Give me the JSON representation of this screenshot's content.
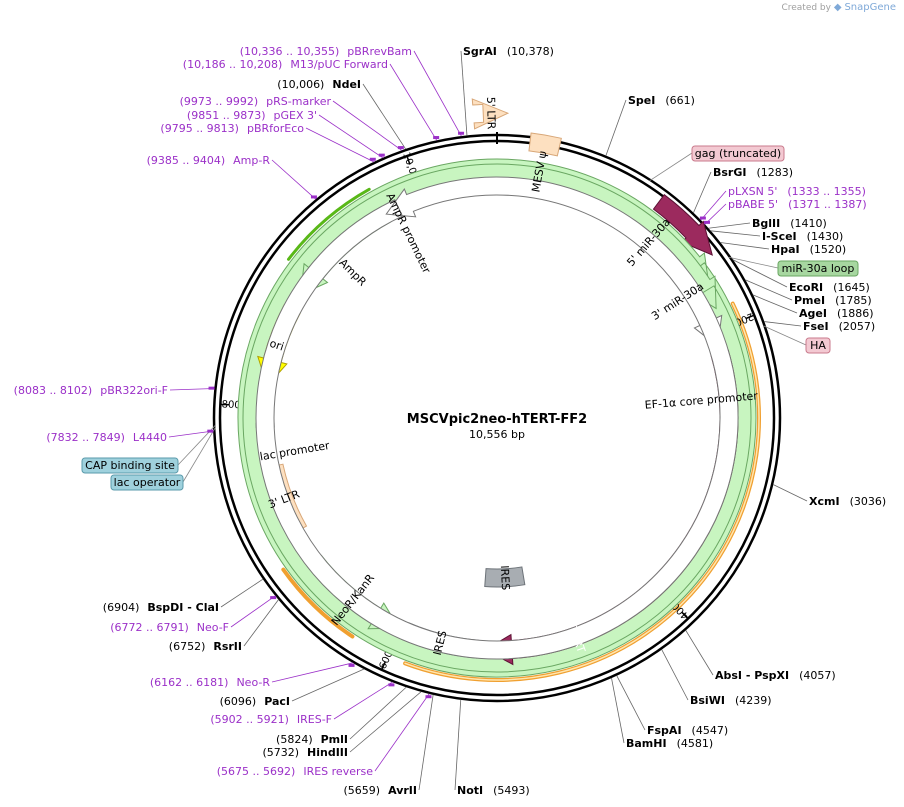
{
  "watermark": {
    "prefix": "Created by",
    "brand": "SnapGene"
  },
  "plasmid": {
    "name": "MSCVpic2neo-hTERT-FF2",
    "length": "10,556 bp",
    "bp": 10556
  },
  "colors": {
    "hTERT": "#9c2a5e",
    "miR": "#9c2a5e",
    "LTR": "#fde0c0",
    "promoter": "#ffffff",
    "AmpR": "#c8f5c0",
    "ori": "#ffff00",
    "IRES": "#a8adb2",
    "NeoR": "#c8f5c0",
    "primer": "#9b30c8",
    "orange_arc": "#f0a030",
    "green_arc": "#59b818"
  },
  "ticks": [
    {
      "label": "2000",
      "bp": 2000
    },
    {
      "label": "4000",
      "bp": 4000
    },
    {
      "label": "6000",
      "bp": 6000
    },
    {
      "label": "8000",
      "bp": 8000
    },
    {
      "label": "10,000",
      "bp": 10000
    }
  ],
  "features": [
    {
      "name": "5' LTR",
      "start": 10480,
      "end": 60,
      "ring": 305,
      "type": "LTR",
      "arrow": "cw"
    },
    {
      "name": "MESV ψ",
      "start": 200,
      "end": 380,
      "ring": 278,
      "type": "LTR",
      "arrow": "none"
    },
    {
      "name": "5' miR-30a",
      "start": 1080,
      "end": 1550,
      "ring": 270,
      "type": "miR",
      "arrow": "cw"
    },
    {
      "name": "",
      "start": 1560,
      "end": 1700,
      "ring": 250,
      "type": "AmpR",
      "arrow": "cw"
    },
    {
      "name": "3' miR-30a",
      "start": 1720,
      "end": 1860,
      "ring": 245,
      "type": "AmpR",
      "arrow": "cw"
    },
    {
      "name": "EF-1α core promoter",
      "start": 1900,
      "end": 2110,
      "ring": 232,
      "type": "promoter",
      "arrow": "cw"
    },
    {
      "name": "hTERT",
      "start": 2160,
      "end": 5360,
      "ring": 232,
      "type": "hTERT",
      "arrow": "cw"
    },
    {
      "name": "IRES",
      "start": 5420,
      "end": 5960,
      "ring": 232,
      "type": "IRES",
      "arrow": "none"
    },
    {
      "name": "IRES",
      "start": 5000,
      "end": 5400,
      "ring": 160,
      "type": "IRES",
      "arrow": "none"
    },
    {
      "name": "NeoR/KanR",
      "start": 6010,
      "end": 6800,
      "ring": 232,
      "type": "NeoR",
      "arrow": "ccw"
    },
    {
      "name": "3' LTR",
      "start": 7050,
      "end": 7560,
      "ring": 228,
      "type": "LTR",
      "arrow": "none"
    },
    {
      "name": "lac promoter",
      "start": 7850,
      "end": 7880,
      "ring": 232,
      "type": "promoter",
      "arrow": "none"
    },
    {
      "name": "ori",
      "start": 8150,
      "end": 8740,
      "ring": 232,
      "type": "ori",
      "arrow": "ccw"
    },
    {
      "name": "AmpR",
      "start": 8860,
      "end": 9720,
      "ring": 232,
      "type": "AmpR",
      "arrow": "ccw"
    },
    {
      "name": "AmpR promoter",
      "start": 9720,
      "end": 9820,
      "ring": 232,
      "type": "promoter",
      "arrow": "ccw"
    }
  ],
  "feature_labels": [
    {
      "text": "5' LTR",
      "bp": 10520,
      "r": 305
    },
    {
      "text": "MESV ψ",
      "bp": 290,
      "r": 250
    },
    {
      "text": "5' miR-30a",
      "bp": 1200,
      "r": 232
    },
    {
      "text": "3' miR-30a",
      "bp": 1680,
      "r": 215
    },
    {
      "text": "EF-1α core promoter",
      "bp": 2500,
      "r": 205
    },
    {
      "text": "hTERT",
      "bp": 4700,
      "r": 232
    },
    {
      "text": "IRES",
      "bp": 5690,
      "r": 232
    },
    {
      "text": "IRES",
      "bp": 5200,
      "r": 160
    },
    {
      "text": "NeoR/KanR",
      "bp": 6400,
      "r": 232
    },
    {
      "text": "3' LTR",
      "bp": 7300,
      "r": 228
    },
    {
      "text": "lac promoter",
      "bp": 7640,
      "r": 205
    },
    {
      "text": "ori",
      "bp": 8450,
      "r": 232
    },
    {
      "text": "AmpR",
      "bp": 9240,
      "r": 205
    },
    {
      "text": "AmpR promoter",
      "bp": 9800,
      "r": 205
    }
  ],
  "boxed_labels": [
    {
      "text": "gag (truncated)",
      "fill": "#f3c9d2",
      "stroke": "#c97a8c",
      "bp": 960
    },
    {
      "text": "miR-30a loop",
      "fill": "#a7d7a0",
      "stroke": "#6aa762",
      "bp": 1620
    },
    {
      "text": "HA",
      "fill": "#f3c9d2",
      "stroke": "#c97a8c",
      "bp": 2080
    },
    {
      "text": "CAP binding site",
      "fill": "#9fd1dd",
      "stroke": "#5a9aab",
      "bp": 7872
    },
    {
      "text": "lac operator",
      "fill": "#9fd1dd",
      "stroke": "#5a9aab",
      "bp": 7858
    }
  ],
  "right_labels": [
    {
      "name": "SgrAI",
      "pos": "(10,378)",
      "kind": "enzyme",
      "bp": 10378
    },
    {
      "name": "SpeI",
      "pos": "(661)",
      "kind": "enzyme",
      "bp": 661
    },
    {
      "name": "BsrGI",
      "pos": "(1283)",
      "kind": "enzyme",
      "bp": 1283
    },
    {
      "name": "pLXSN 5'",
      "pos": "(1333 .. 1355)",
      "kind": "primer",
      "bp": 1344
    },
    {
      "name": "pBABE 5'",
      "pos": "(1371 .. 1387)",
      "kind": "primer",
      "bp": 1379
    },
    {
      "name": "BglII",
      "pos": "(1410)",
      "kind": "enzyme",
      "bp": 1410
    },
    {
      "name": "I-SceI",
      "pos": "(1430)",
      "kind": "enzyme",
      "bp": 1430
    },
    {
      "name": "HpaI",
      "pos": "(1520)",
      "kind": "enzyme",
      "bp": 1520
    },
    {
      "name": "EcoRI",
      "pos": "(1645)",
      "kind": "enzyme",
      "bp": 1645
    },
    {
      "name": "PmeI",
      "pos": "(1785)",
      "kind": "enzyme",
      "bp": 1785
    },
    {
      "name": "AgeI",
      "pos": "(1886)",
      "kind": "enzyme",
      "bp": 1886
    },
    {
      "name": "FseI",
      "pos": "(2057)",
      "kind": "enzyme",
      "bp": 2057
    },
    {
      "name": "XcmI",
      "pos": "(3036)",
      "kind": "enzyme",
      "bp": 3036
    },
    {
      "name": "AbsI",
      "name2": "PspXI",
      "pos": "(4057)",
      "kind": "enzyme",
      "bp": 4057
    },
    {
      "name": "BsiWI",
      "pos": "(4239)",
      "kind": "enzyme",
      "bp": 4239
    },
    {
      "name": "FspAI",
      "pos": "(4547)",
      "kind": "enzyme",
      "bp": 4547
    },
    {
      "name": "BamHI",
      "pos": "(4581)",
      "kind": "enzyme",
      "bp": 4581
    },
    {
      "name": "NotI",
      "pos": "(5493)",
      "kind": "enzyme",
      "bp": 5493
    }
  ],
  "left_labels": [
    {
      "name": "pBRrevBam",
      "pos": "(10,336 .. 10,355)",
      "kind": "primer",
      "bp": 10345
    },
    {
      "name": "M13/pUC Forward",
      "pos": "(10,186 .. 10,208)",
      "kind": "primer",
      "bp": 10197
    },
    {
      "name": "NdeI",
      "pos": "(10,006)",
      "kind": "enzyme",
      "bp": 10006
    },
    {
      "name": "pRS-marker",
      "pos": "(9973 .. 9992)",
      "kind": "primer",
      "bp": 9982
    },
    {
      "name": "pGEX 3'",
      "pos": "(9851 .. 9873)",
      "kind": "primer",
      "bp": 9862
    },
    {
      "name": "pBRforEco",
      "pos": "(9795 .. 9813)",
      "kind": "primer",
      "bp": 9804
    },
    {
      "name": "Amp-R",
      "pos": "(9385 .. 9404)",
      "kind": "primer",
      "bp": 9394
    },
    {
      "name": "pBR322ori-F",
      "pos": "(8083 .. 8102)",
      "kind": "primer",
      "bp": 8092
    },
    {
      "name": "L4440",
      "pos": "(7832 .. 7849)",
      "kind": "primer",
      "bp": 7840
    },
    {
      "name": "BspDI",
      "name2": "ClaI",
      "pos": "(6904)",
      "kind": "enzyme",
      "bp": 6904
    },
    {
      "name": "Neo-F",
      "pos": "(6772 .. 6791)",
      "kind": "primer",
      "bp": 6781
    },
    {
      "name": "RsrII",
      "pos": "(6752)",
      "kind": "enzyme",
      "bp": 6752
    },
    {
      "name": "Neo-R",
      "pos": "(6162 .. 6181)",
      "kind": "primer",
      "bp": 6171
    },
    {
      "name": "PacI",
      "pos": "(6096)",
      "kind": "enzyme",
      "bp": 6096
    },
    {
      "name": "IRES-F",
      "pos": "(5902 .. 5921)",
      "kind": "primer",
      "bp": 5911
    },
    {
      "name": "PmlI",
      "pos": "(5824)",
      "kind": "enzyme",
      "bp": 5824
    },
    {
      "name": "HindIII",
      "pos": "(5732)",
      "kind": "enzyme",
      "bp": 5732
    },
    {
      "name": "IRES reverse",
      "pos": "(5675 .. 5692)",
      "kind": "primer",
      "bp": 5683
    },
    {
      "name": "AvrII",
      "pos": "(5659)",
      "kind": "enzyme",
      "bp": 5659
    }
  ]
}
